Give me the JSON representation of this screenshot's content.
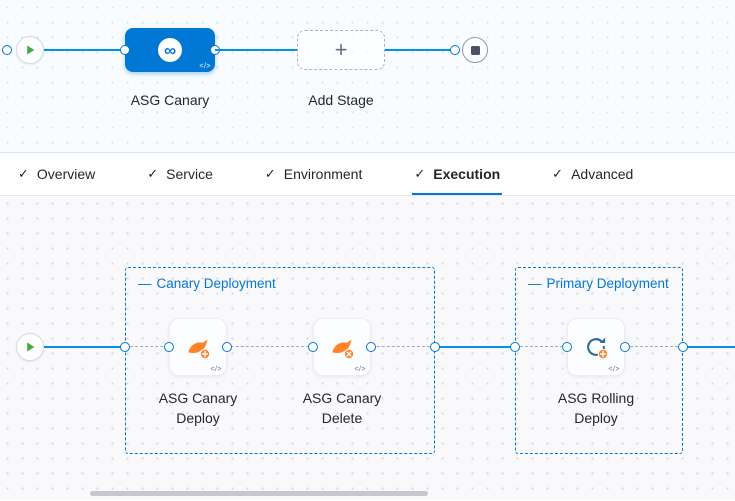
{
  "icons": {
    "check": "✓",
    "plus": "+",
    "infinity": "∞",
    "collapse": "—",
    "code_badge": "</>"
  },
  "stage_canvas": {
    "stage": {
      "label": "ASG Canary"
    },
    "add_stage": {
      "label": "Add Stage"
    }
  },
  "tab_bar": {
    "tabs": [
      {
        "label": "Overview",
        "active": false
      },
      {
        "label": "Service",
        "active": false
      },
      {
        "label": "Environment",
        "active": false
      },
      {
        "label": "Execution",
        "active": true
      },
      {
        "label": "Advanced",
        "active": false
      }
    ]
  },
  "execution_canvas": {
    "groups": [
      {
        "title": "Canary Deployment",
        "steps": [
          {
            "label": "ASG Canary Deploy",
            "icon": "canary-deploy-icon"
          },
          {
            "label": "ASG Canary Delete",
            "icon": "canary-delete-icon"
          }
        ]
      },
      {
        "title": "Primary Deployment",
        "steps": [
          {
            "label": "ASG Rolling Deploy",
            "icon": "rolling-deploy-icon"
          }
        ]
      }
    ]
  },
  "colors": {
    "primary_blue": "#0278d5",
    "connector_blue": "#0092e4",
    "success_green": "#42ab45",
    "canary_orange": "#ff832b",
    "canvas_top_bg": "#f9fcff",
    "canvas_bottom_bg": "#f9f9fb"
  }
}
